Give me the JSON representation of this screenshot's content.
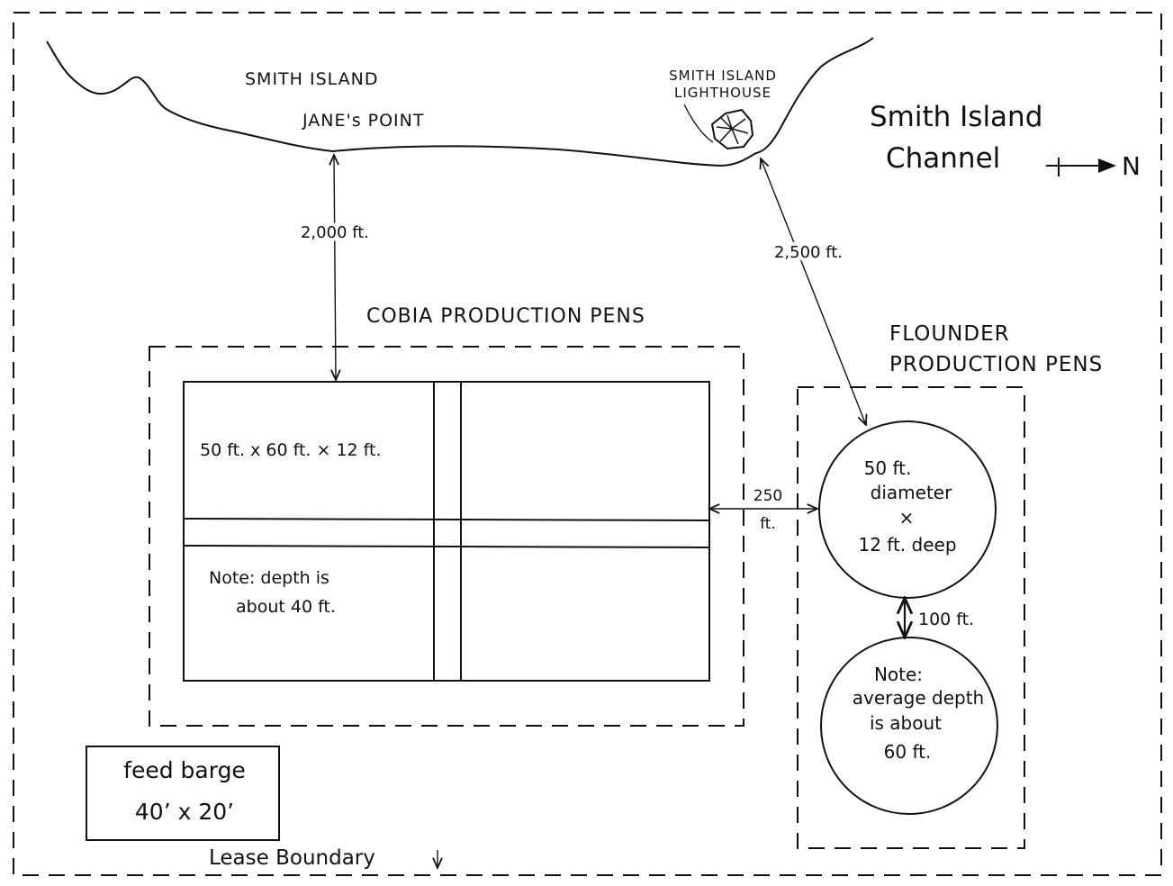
{
  "map": {
    "island_name": "SMITH ISLAND",
    "point_name": "JANE's POINT",
    "lighthouse_line1": "SMITH ISLAND",
    "lighthouse_line2": "LIGHTHOUSE",
    "channel_line1": "Smith Island",
    "channel_line2": "Channel",
    "north_label": "N",
    "distance_point_to_cobia": "2,000 ft.",
    "distance_lighthouse_to_flounder": "2,500 ft."
  },
  "cobia": {
    "title": "COBIA PRODUCTION PENS",
    "pen_size": "50 ft. x 60 ft. × 12 ft.",
    "note_line1": "Note: depth is",
    "note_line2": "about 40 ft."
  },
  "gap": {
    "line1": "250",
    "line2": "ft."
  },
  "flounder": {
    "title_line1": "FLOUNDER",
    "title_line2": "PRODUCTION PENS",
    "pen1_line1": "50 ft.",
    "pen1_line2": "diameter",
    "pen1_line3": "×",
    "pen1_line4": "12 ft. deep",
    "spacing": "100 ft.",
    "pen2_line1": "Note:",
    "pen2_line2": "average depth",
    "pen2_line3": "is about",
    "pen2_line4": "60 ft."
  },
  "barge": {
    "line1": "feed barge",
    "line2": "40’ x 20’"
  },
  "boundary_label": "Lease Boundary",
  "colors": {
    "ink": "#111111",
    "paper": "#ffffff"
  }
}
